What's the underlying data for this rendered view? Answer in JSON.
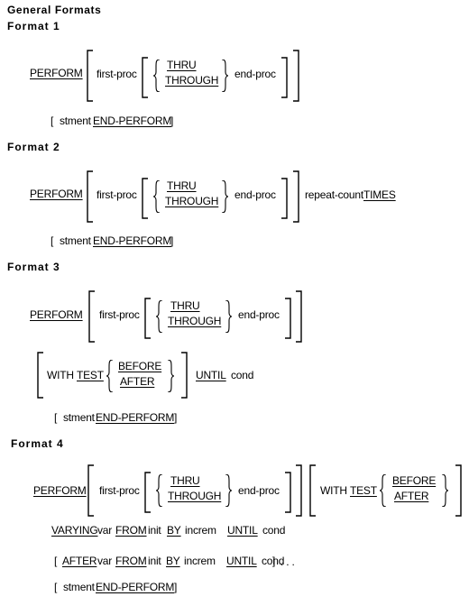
{
  "title": "General Formats",
  "formats": [
    {
      "label": "Format 1"
    },
    {
      "label": "Format 2"
    },
    {
      "label": "Format 3"
    },
    {
      "label": "Format 4"
    }
  ],
  "kw": {
    "perform": "PERFORM",
    "thru": "THRU",
    "through": "THROUGH",
    "times": "TIMES",
    "with": "WITH",
    "test": "TEST",
    "before": "BEFORE",
    "after": "AFTER",
    "until": "UNTIL",
    "varying": "VARYING",
    "from": "FROM",
    "by": "BY",
    "end_perform": "END-PERFORM"
  },
  "words": {
    "first_proc": "first-proc",
    "end_proc": "end-proc",
    "repeat_count": "repeat-count",
    "stment": "stment",
    "cond": "cond",
    "var": "var",
    "init": "init",
    "increm": "increm",
    "ellipsis": ". . ."
  }
}
